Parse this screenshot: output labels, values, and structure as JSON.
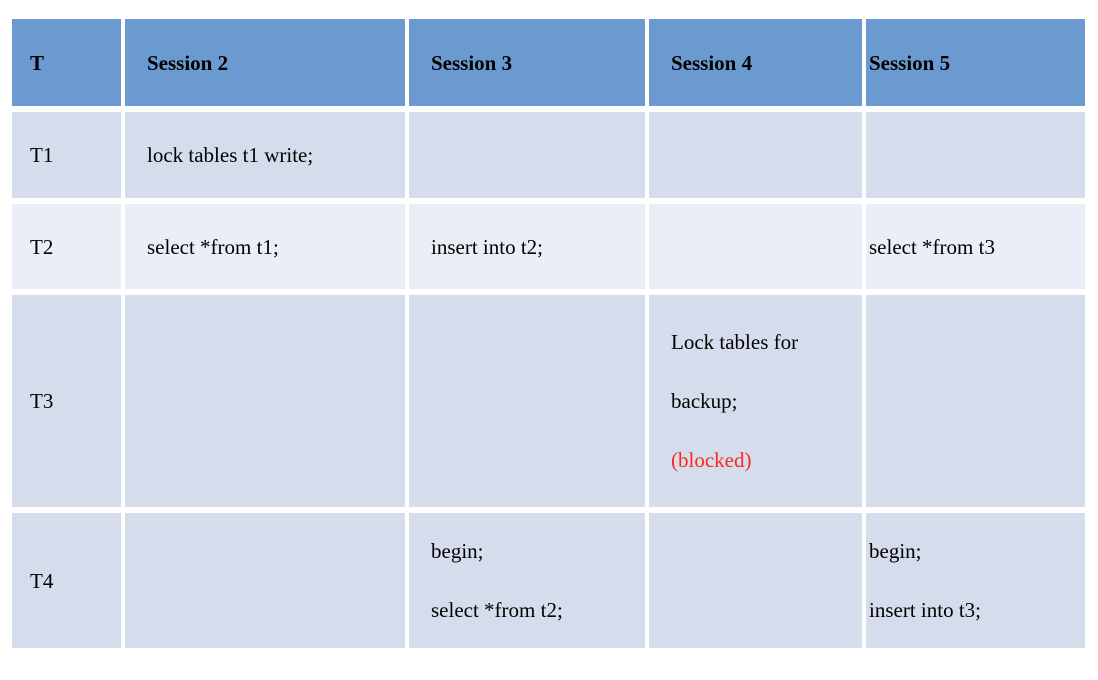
{
  "table": {
    "title": "mysql-session-lock-timeline",
    "columns": [
      "T",
      "Session 2",
      "Session 3",
      "Session 4",
      "Session 5"
    ],
    "rows": [
      {
        "time": "T1",
        "session2": [
          "lock tables t1 write;"
        ],
        "session3": [],
        "session4": [],
        "session5": []
      },
      {
        "time": "T2",
        "session2": [
          "select *from t1;"
        ],
        "session3": [
          "insert into t2;"
        ],
        "session4": [],
        "session5": [
          "select *from t3"
        ]
      },
      {
        "time": "T3",
        "session2": [],
        "session3": [],
        "session4": [
          "Lock tables for",
          "backup;",
          "(blocked)"
        ],
        "session5": []
      },
      {
        "time": "T4",
        "session2": [],
        "session3": [
          "begin;",
          "select *from t2;"
        ],
        "session4": [],
        "session5": [
          "begin;",
          "insert into t3;"
        ]
      }
    ],
    "blocked_note": "(blocked)"
  },
  "colors": {
    "header_bg": "#6A9ACF",
    "row_dark": "#D5DCEB",
    "row_light": "#EAEEF6",
    "text": "#000000",
    "blocked_red": "#F92A1E",
    "background": "#FFFFFF"
  }
}
